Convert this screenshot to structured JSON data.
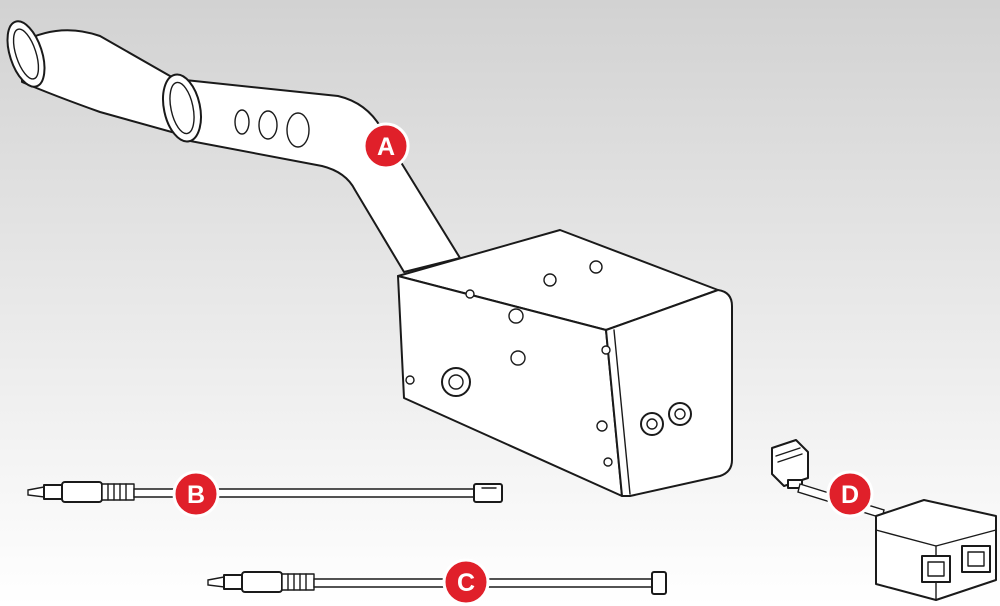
{
  "colors": {
    "badge_fill": "#e0202a",
    "badge_text": "#ffffff",
    "line": "#1a1a1a",
    "background_top": "#d2d2d2",
    "background_bottom": "#ffffff"
  },
  "labels": {
    "a": "A",
    "b": "B",
    "c": "C",
    "d": "D"
  }
}
